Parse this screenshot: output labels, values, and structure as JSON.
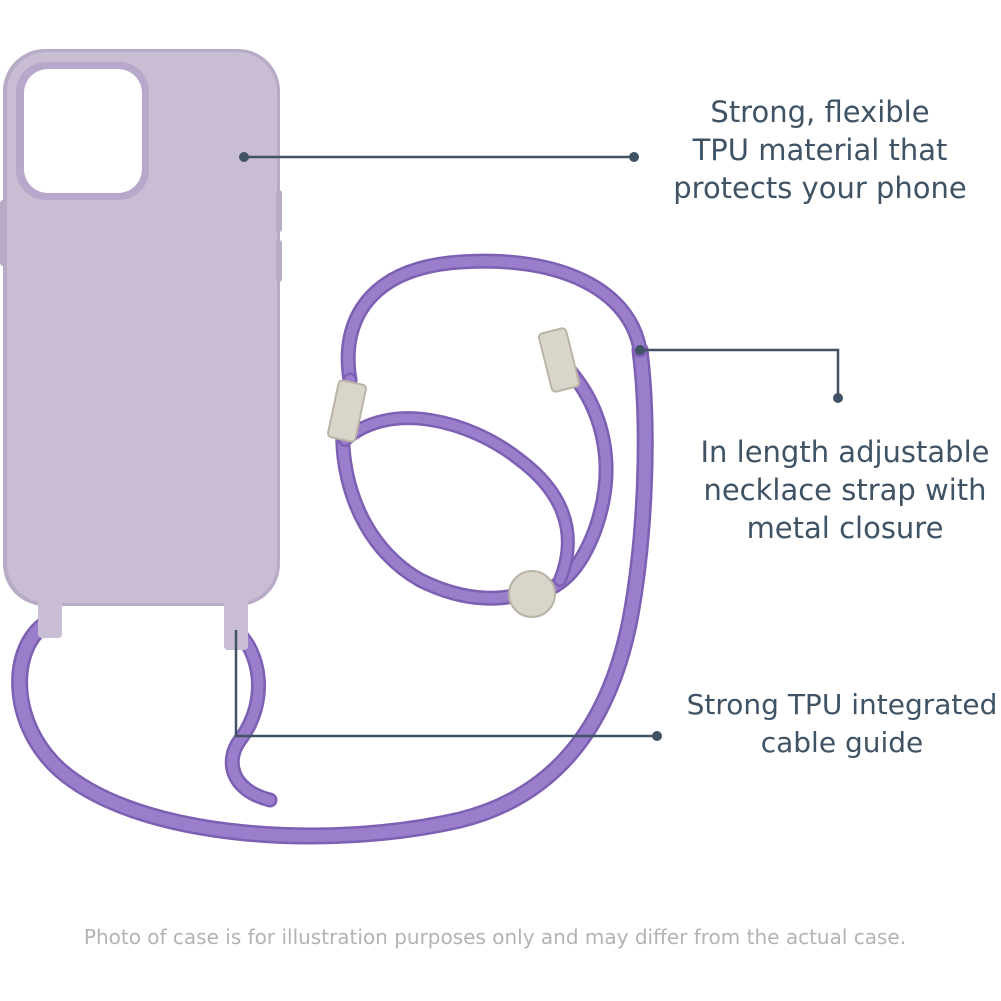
{
  "colors": {
    "case_body": "#c8bdd3",
    "case_edge": "#b8abc6",
    "camera_frame": "#b7a7cb",
    "strap": "#9b7ecb",
    "strap_dark": "#7d5fb3",
    "metal": "#d9d5ca",
    "callout_text": "#3f5364",
    "leader_line": "#3f5364",
    "disclaimer_text": "#b3b3b3"
  },
  "icons": {
    "product": "phone-case-with-necklace-strap"
  },
  "callouts": [
    {
      "lines": [
        "Strong, flexible",
        "TPU material that",
        "protects your phone"
      ]
    },
    {
      "lines": [
        "In length adjustable",
        "necklace strap with",
        "metal closure"
      ]
    },
    {
      "lines": [
        "Strong TPU integrated",
        "cable guide"
      ]
    }
  ],
  "disclaimer": "Photo of case is for illustration purposes only and may differ from the actual case."
}
